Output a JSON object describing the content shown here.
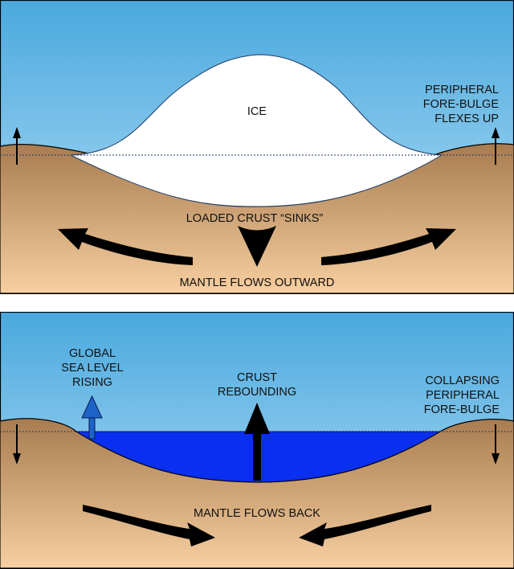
{
  "colors": {
    "sky_top": "#4aa8de",
    "sky_bottom": "#b8e2f7",
    "ground_top": "#a87c50",
    "ground_bottom": "#f7cfa0",
    "ice": "#ffffff",
    "water": "#0a2ff0",
    "arrow": "#000000",
    "sea_arrow": "#1d63c7"
  },
  "top_panel": {
    "ice_label": "ICE",
    "bulge_label": [
      "PERIPHERAL",
      "FORE-BULGE",
      "FLEXES UP"
    ],
    "crust_label": "LOADED CRUST “SINKS”",
    "mantle_label": "MANTLE FLOWS OUTWARD"
  },
  "bottom_panel": {
    "sea_label": [
      "GLOBAL",
      "SEA LEVEL",
      "RISING"
    ],
    "rebound_label": [
      "CRUST",
      "REBOUNDING"
    ],
    "collapse_label": [
      "COLLAPSING",
      "PERIPHERAL",
      "FORE-BULGE"
    ],
    "mantle_label": "MANTLE FLOWS BACK"
  }
}
